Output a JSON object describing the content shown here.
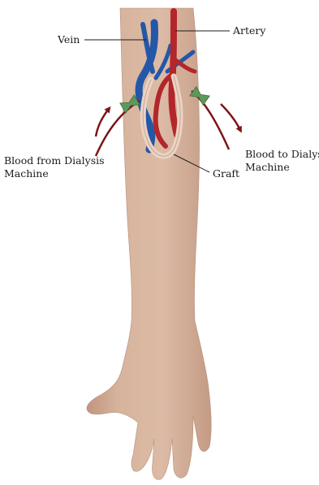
{
  "labels": {
    "vein": "Vein",
    "artery": "Artery",
    "graft": "Graft",
    "blood_from": [
      "Blood from Dialysis",
      "Machine"
    ],
    "blood_to": [
      "Blood to Dialysis",
      "Machine"
    ]
  },
  "colors": {
    "skin": "#d7b39c",
    "skin_shadow": "#c39a83",
    "artery": "#b3262b",
    "vein": "#2557a7",
    "graft": "#f3e0d3",
    "clamp": "#5b9a5a",
    "flow_arrow": "#7e1416",
    "leader_line": "#1b1b1b"
  }
}
